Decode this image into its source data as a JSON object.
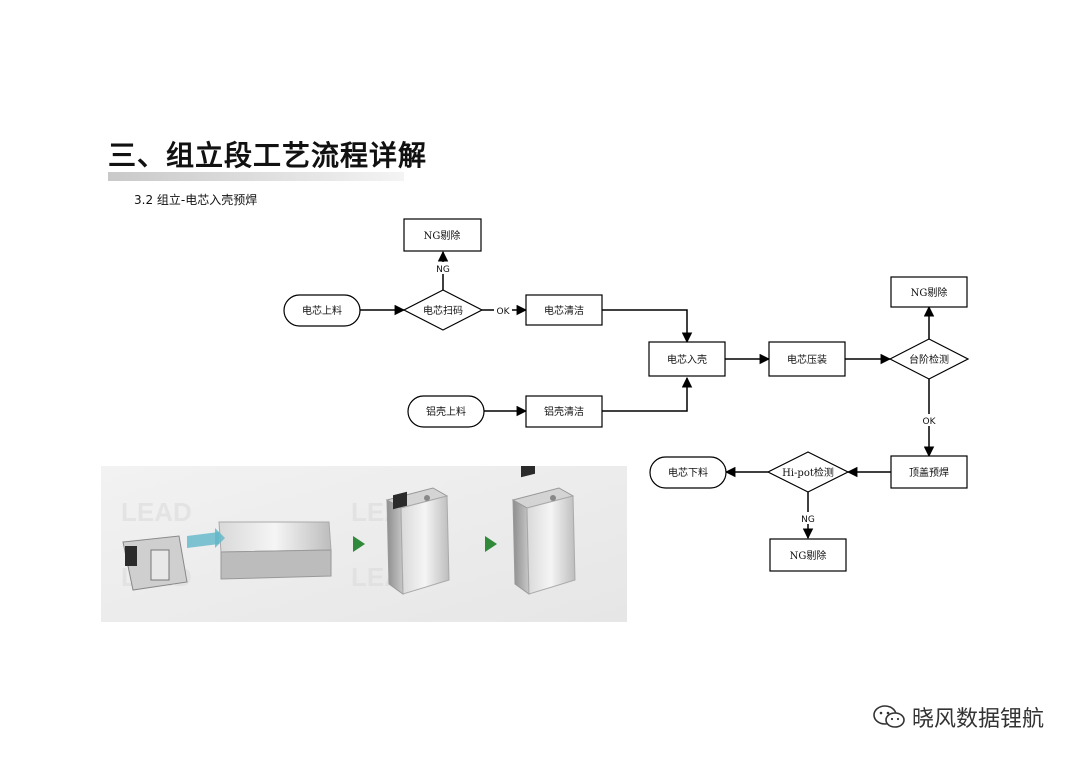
{
  "header": {
    "title": "三、组立段工艺流程详解",
    "subtitle": "3.2 组立-电芯入壳预焊"
  },
  "flow": {
    "nodes": {
      "ng_reject_1": "NG剔除",
      "cell_load": "电芯上料",
      "cell_scan": "电芯扫码",
      "cell_clean": "电芯清洁",
      "cell_insert": "电芯入壳",
      "cell_press": "电芯压装",
      "step_check": "台阶检测",
      "ng_reject_2": "NG剔除",
      "shell_load": "铝壳上料",
      "shell_clean": "铝壳清洁",
      "top_cover_weld": "顶盖预焊",
      "hipot_check": "Hi-pot检测",
      "cell_unload": "电芯下料",
      "ng_reject_3": "NG剔除"
    },
    "labels": {
      "ng_1": "NG",
      "ok_1": "OK",
      "ok_2": "OK",
      "ng_2": "NG"
    }
  },
  "photo": {
    "description_icons": [
      "cell-with-shell-icon",
      "arrow-right-icon",
      "cell-in-shell-icon",
      "arrow-right-icon",
      "finished-cell-icon"
    ],
    "accent": "#2a9a6a",
    "arrow_color": "#2f8a3a"
  },
  "watermark": {
    "text": "晓风数据锂航",
    "icon": "wechat-icon"
  }
}
